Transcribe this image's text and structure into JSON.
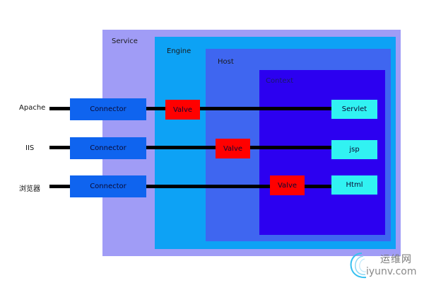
{
  "layers": {
    "service": "Service",
    "engine": "Engine",
    "host": "Host",
    "context": "Context"
  },
  "sources": [
    "Apache",
    "IIS",
    "浏览器"
  ],
  "connector_label": "Connector",
  "valve_label": "Valve",
  "endpoints": [
    "Servlet",
    "jsp",
    "Html"
  ],
  "watermark": {
    "brand_cn": "运维网",
    "domain": "iyunv.com"
  },
  "colors": {
    "service": "#a09cf6",
    "engine": "#0da2f5",
    "host": "#3f66f0",
    "context": "#2c00f0",
    "connector": "#0f64ef",
    "valve": "#ff0000",
    "endpoint": "#31f2f2",
    "wire": "#000000"
  }
}
